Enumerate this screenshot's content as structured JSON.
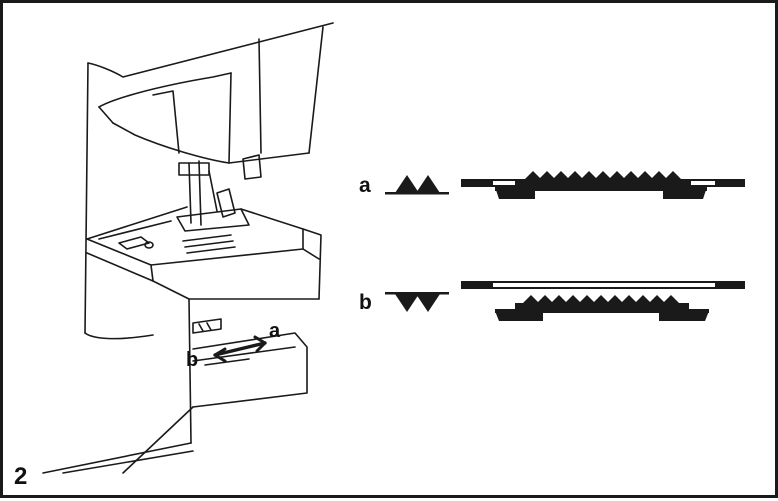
{
  "figure_number": "2",
  "machine_labels": {
    "a": "a",
    "b": "b"
  },
  "feed_dog_positions": [
    {
      "label": "a",
      "state": "raised",
      "symbol_icon": "double-triangle-up-icon"
    },
    {
      "label": "b",
      "state": "lowered",
      "symbol_icon": "double-triangle-down-icon"
    }
  ],
  "colors": {
    "line": "#1a1a1a",
    "background": "#ffffff"
  }
}
